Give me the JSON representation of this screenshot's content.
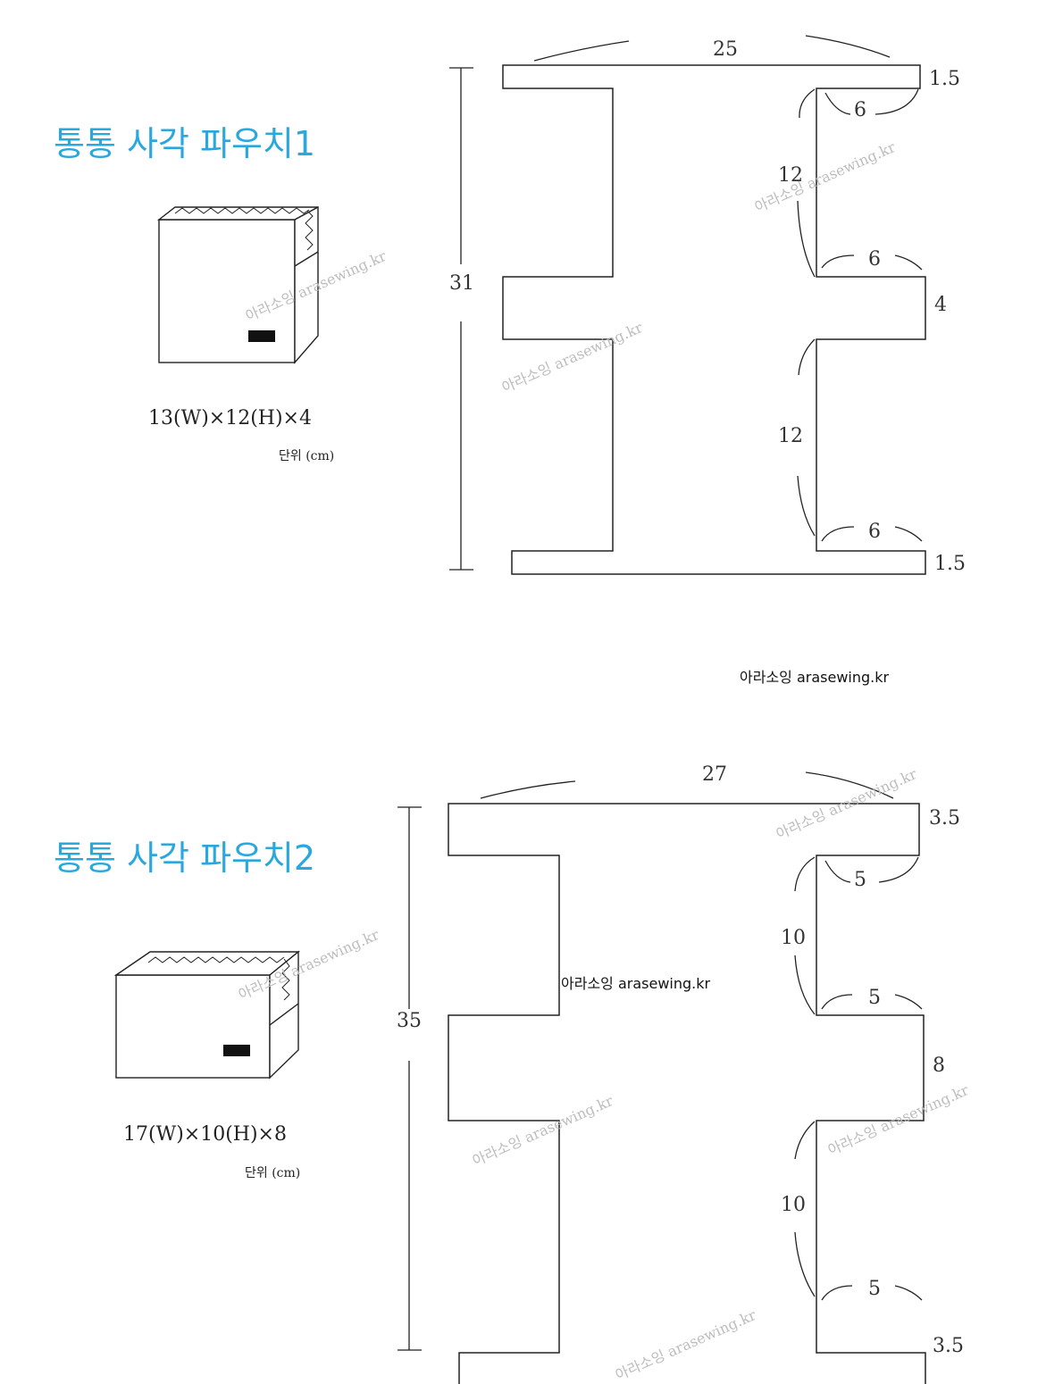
{
  "pouch1": {
    "title": "통통 사각 파우치1",
    "size": "13(W)×12(H)×4",
    "unit": "단위 (cm)",
    "labels": {
      "width": "25",
      "height": "31",
      "top_flap": "1.5",
      "bottom_flap": "1.5",
      "gusset": "4",
      "tab_top": "6",
      "tab_mid": "6",
      "tab_bottom": "6",
      "side_upper": "12",
      "side_lower": "12"
    }
  },
  "pouch2": {
    "title": "통통 사각 파우치2",
    "size": "17(W)×10(H)×8",
    "unit": "단위 (cm)",
    "labels": {
      "width": "27",
      "height": "35",
      "top_flap": "3.5",
      "bottom_flap": "3.5",
      "gusset": "8",
      "tab_top": "5",
      "tab_mid": "5",
      "tab_bottom": "5",
      "side_upper": "10",
      "side_lower": "10"
    }
  },
  "credit": "아라소잉 arasewing.kr",
  "watermark": "아라소잉 arasewing.kr",
  "colors": {
    "title": "#2aa7dc",
    "line": "#222222",
    "watermark": "#bdbdbd"
  }
}
